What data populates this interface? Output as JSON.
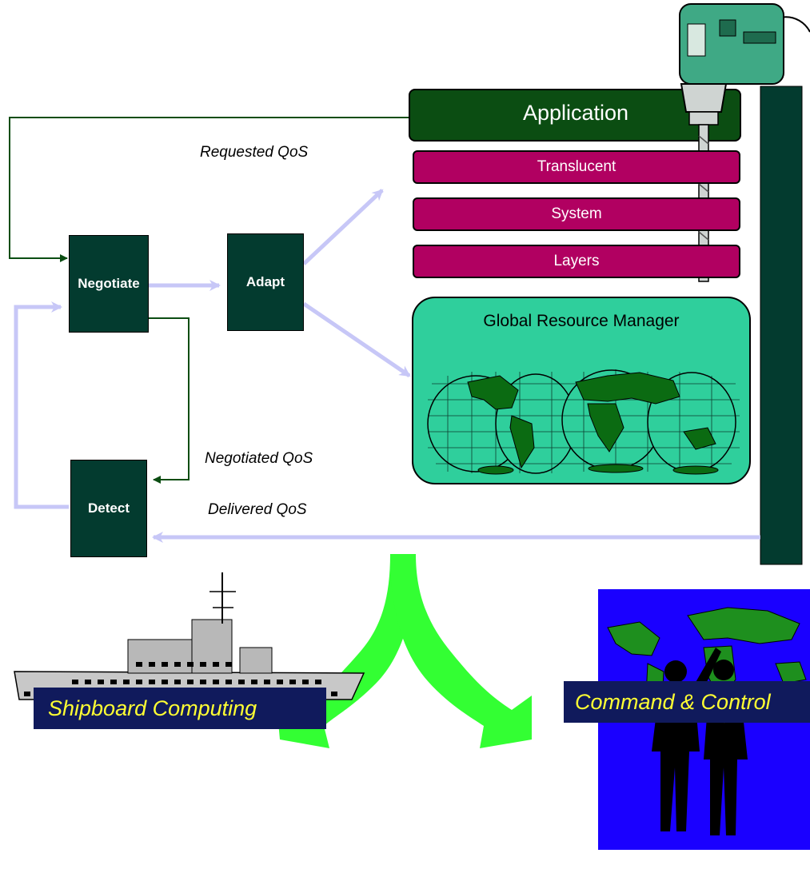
{
  "boxes": {
    "negotiate": "Negotiate",
    "adapt": "Adapt",
    "detect": "Detect"
  },
  "labels": {
    "requested_qos": "Requested QoS",
    "negotiated_qos": "Negotiated QoS",
    "delivered_qos": "Delivered QoS"
  },
  "stack": {
    "application": "Application",
    "layers": [
      "Translucent",
      "System",
      "Layers"
    ],
    "resource_manager": "Global Resource Manager"
  },
  "banners": {
    "shipboard": "Shipboard Computing",
    "command": "Command & Control"
  },
  "colors": {
    "box_dark_green": "#033b2f",
    "application_green": "#0b4d12",
    "layer_magenta": "#b10061",
    "resource_manager_teal": "#2fcf9c",
    "flow_arrow_lavender": "#c7c7f7",
    "control_arrow_green": "#0b4d12",
    "big_arrow_green": "#33ff33",
    "banner_navy": "#101a5c",
    "banner_text_yellow": "#ffff33"
  }
}
